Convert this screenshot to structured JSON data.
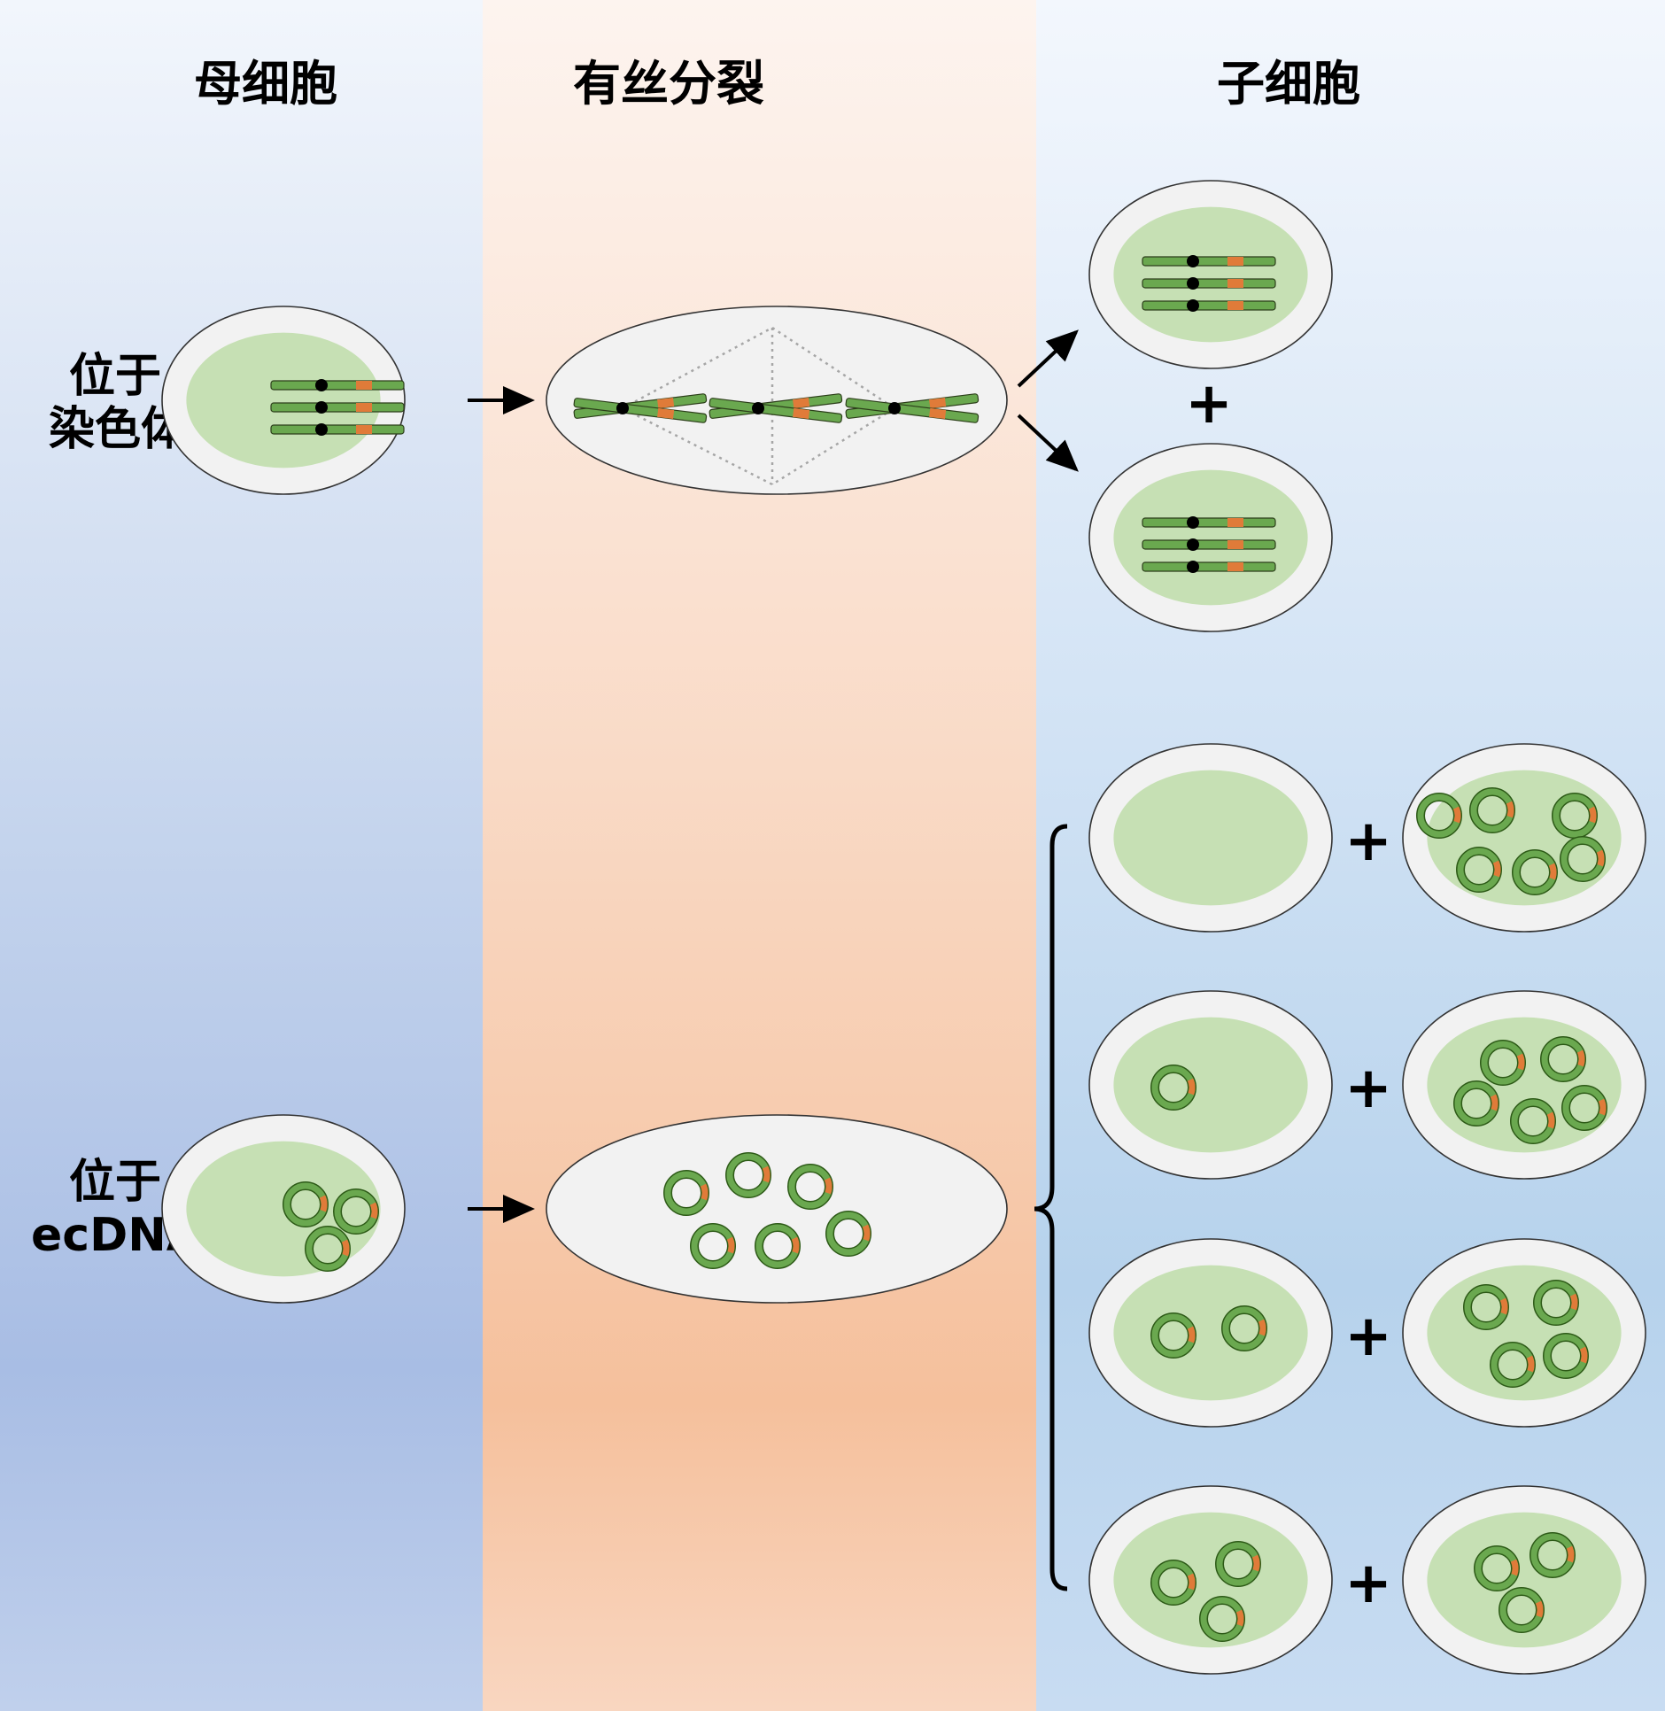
{
  "columns": {
    "mother": "母细胞",
    "mitosis": "有丝分裂",
    "daughter": "子细胞"
  },
  "rows": {
    "chromosome": {
      "line1": "位于",
      "line2": "染色体"
    },
    "ecdna": {
      "line1": "位于",
      "line2": "ecDNA"
    }
  },
  "plus_sign": "+",
  "colors": {
    "chromosome_green": "#6aa84f",
    "marker_orange": "#e07b39",
    "nucleus": "#c6e0b4",
    "cell": "#f2f2f2",
    "centromere": "#000000"
  },
  "ecdna_outcomes": [
    {
      "left_count": 0,
      "right_count": 6
    },
    {
      "left_count": 1,
      "right_count": 5
    },
    {
      "left_count": 2,
      "right_count": 4
    },
    {
      "left_count": 3,
      "right_count": 3
    }
  ]
}
